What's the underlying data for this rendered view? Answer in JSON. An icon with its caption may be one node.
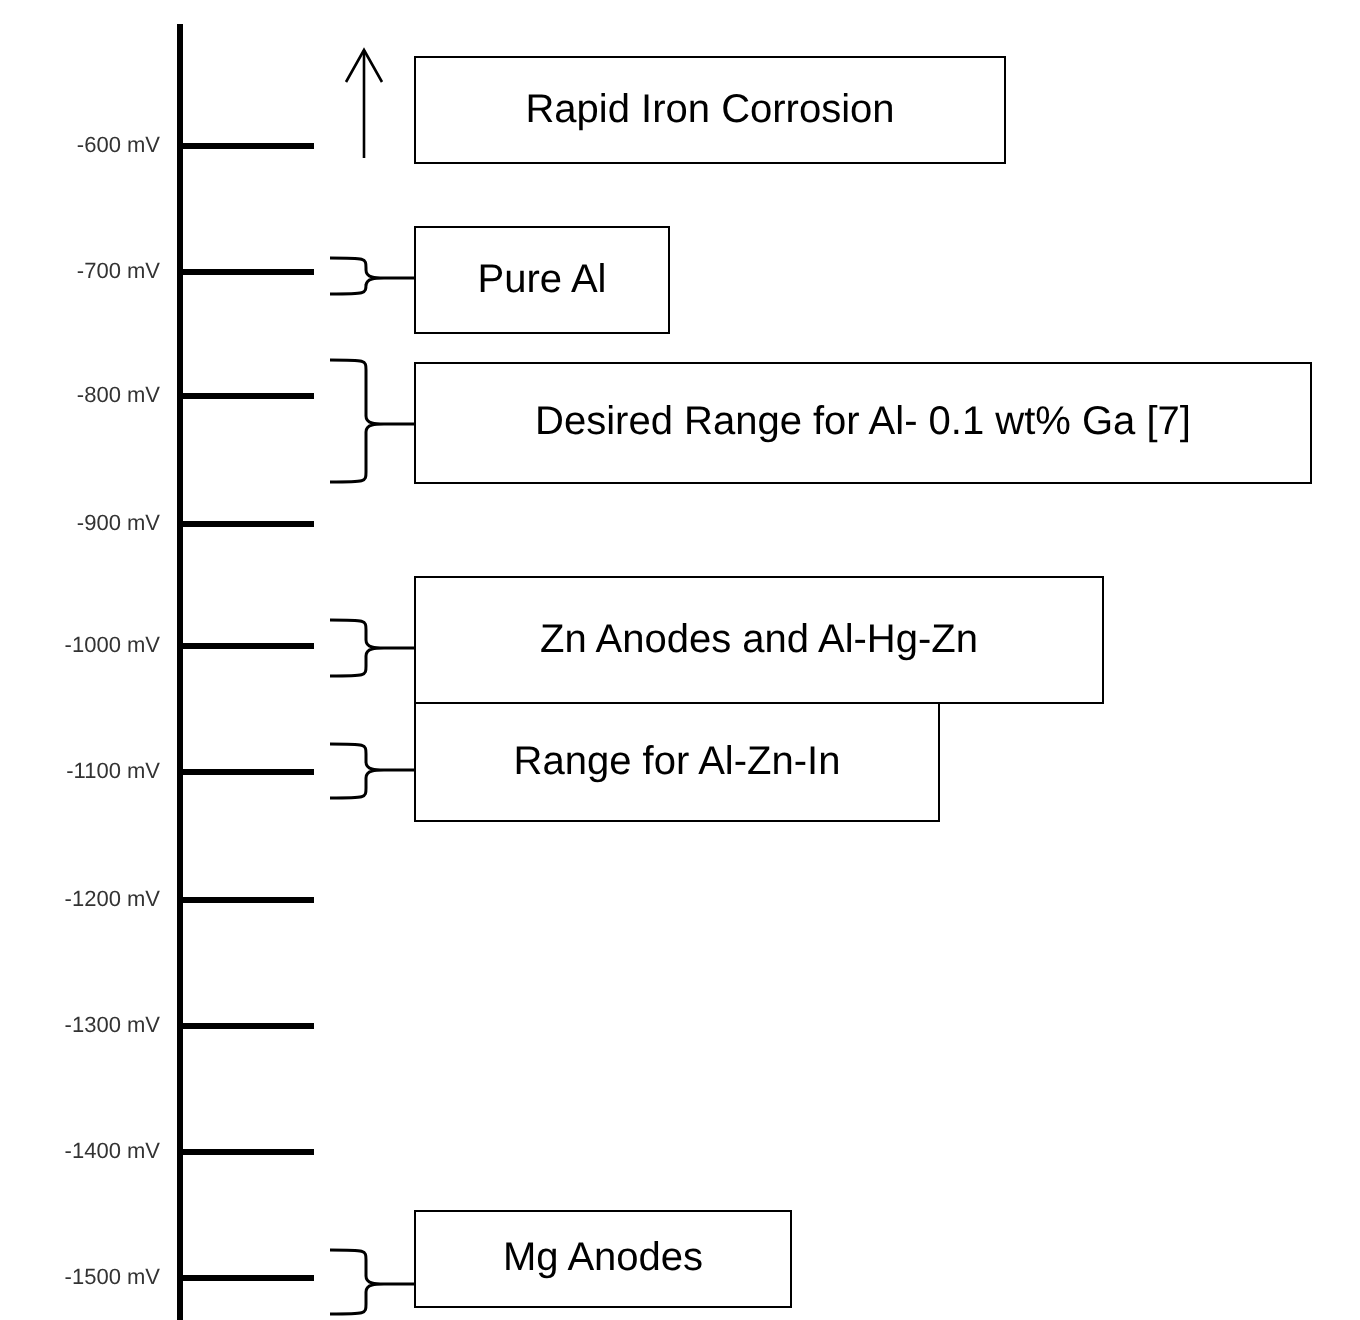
{
  "diagram": {
    "nodes": [
      {
        "text": [
          "Rapid Iron Corrosion"
        ]
      },
      {
        "text": [
          "Pure Al"
        ]
      },
      {
        "text": [
          "Desired Range for Al- 0.1 wt% Ga [7]"
        ]
      },
      {
        "text": [
          "Zn Anodes and Al-Hg-Zn"
        ]
      },
      {
        "text": [
          "Range for Al-Zn-In"
        ]
      },
      {
        "text": [
          "Mg Anodes"
        ]
      }
    ],
    "labels": [
      "-600 mV",
      "-700 mV",
      "-800 mV",
      "-900 mV",
      "-1000 mV",
      "-1100 mV",
      "-1200 mV",
      "-1300 mV",
      "-1400 mV",
      "-1500 mV"
    ]
  }
}
